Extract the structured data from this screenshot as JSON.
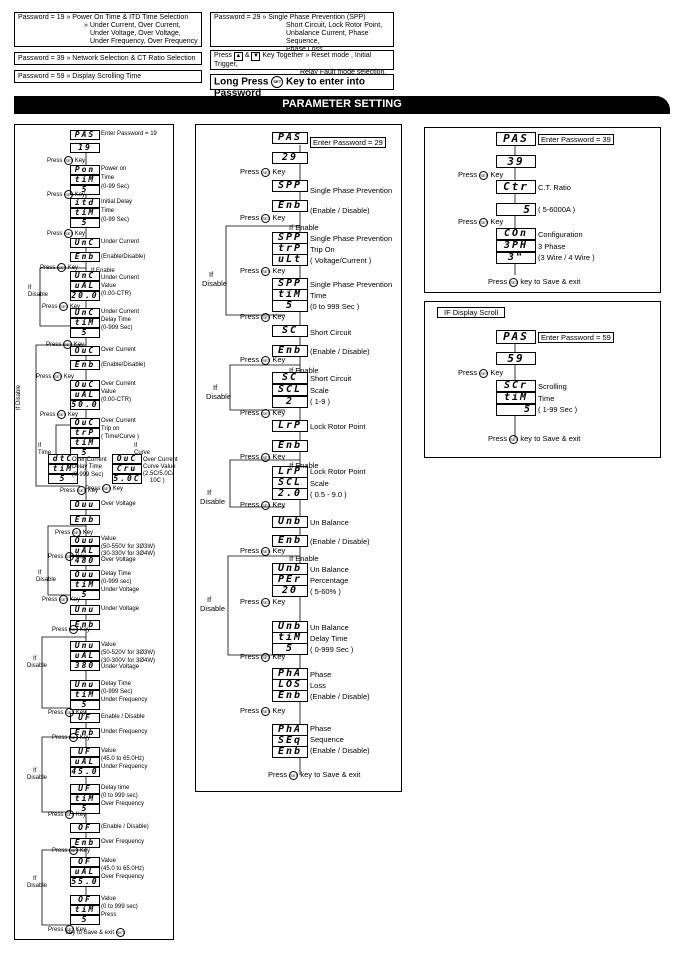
{
  "top": {
    "box1": [
      "Password = 19 » Power On Time & ITD Time Selection",
      "» Under Current, Over Current,",
      "Under Voltage, Over Voltage,",
      "Under Frequency, Over Frequency"
    ],
    "box2": "Password = 39 » Network Selection & CT Ratio Selection",
    "box3": "Password = 59 » Display Scrolling Time",
    "box4": [
      "Password = 29 » Single Phase Prevention (SPP)",
      "Short Circuit, Lock Rotor Point,",
      "Unbalance Current, Phase Sequence,",
      "Phase Loss"
    ],
    "box5a": "Press",
    "box5b": "&",
    "box5c": "Key Together » Reset mode , Initial Trigger,",
    "box5d": "Relay Fault mode selection.",
    "long_press_a": "Long Press",
    "long_press_b": "Key to enter into Password"
  },
  "banner": "PARAMETER SETTING",
  "key_label": "SET",
  "col1": {
    "displays": [
      "PAS",
      "19",
      "Pon",
      "tiM",
      "5",
      "itd",
      "tiM",
      "5",
      "UnC",
      "Enb",
      "UnC",
      "uAL",
      "20.0",
      "UnC",
      "tiM",
      "5",
      "OuC",
      "Enb",
      "OuC",
      "uAL",
      "50.0",
      "OuC",
      "trP",
      "tiM",
      "5",
      "dtC",
      "tiM",
      "5",
      "OuC",
      "Cru",
      "5.0C",
      "Ouu",
      "Enb",
      "Ouu",
      "uAL",
      "480",
      "Ouu",
      "tiM",
      "5",
      "Unu",
      "Enb",
      "Unu",
      "uAL",
      "380",
      "Unu",
      "tiM",
      "5",
      "UF",
      "Enb",
      "UF",
      "uAL",
      "45.0",
      "UF",
      "tiM",
      "5",
      "OF",
      "Enb",
      "OF",
      "uAL",
      "55.0",
      "OF",
      "tiM",
      "5"
    ],
    "labels": [
      "Enter Password = 19",
      "Press",
      "Key",
      "Power on",
      "Time",
      "(0-99 Sec)",
      "Initial Delay",
      "Time",
      "(0-99 Sec)",
      "Under Current",
      "(Enable/Disable)",
      "If Enable",
      "Under Current",
      "Value",
      "(0.00-CTR)",
      "Under Current",
      "Delay Time",
      "(0-999 Sec)",
      "If",
      "Disable",
      "Over Current",
      "(Enable/Disable)",
      "Over Current",
      "Value",
      "(0.00-CTR)",
      "Over Current",
      "Trip on",
      "( Time/Curve )",
      "If Disable",
      "If",
      "Time",
      "Over Current",
      "Delay Time",
      "(0-999 Sec)",
      "If",
      "Curve",
      "Over Current",
      "Curve Value",
      "(2.5C/5.0C/",
      "10C )",
      "Over Voltage",
      "Over Voltage",
      "Value",
      "(50-550V for 3Ø3W)",
      "(30-330V for 3Ø4W)",
      "Over Voltage",
      "Delay Time",
      "(0-999 sec)",
      "Under Voltage",
      "Under Voltage",
      "Value",
      "(50-520V for 3Ø3W)",
      "(30-300V for 3Ø4W)",
      "Under Voltage",
      "Delay Time",
      "(0-999 Sec)",
      "Under Frequency",
      "Enable / Disable",
      "Under Frequency",
      "Value",
      "(45.0 to 65.0Hz)",
      "Under Frequency",
      "Delay time",
      "(0 to 999 sec)",
      "Over Frequency",
      "(Enable / Disable)",
      "Over Frequency",
      "Value",
      "(45.0 to 65.0Hz)",
      "Over Frequency",
      "Value",
      "(0 to 999 sec)",
      "Press",
      "key to Save & exit"
    ]
  },
  "col2": {
    "displays": [
      "PAS",
      "29",
      "SPP",
      "Enb",
      "SPP",
      "trP",
      "uLt",
      "SPP",
      "tiM",
      "5",
      "SC",
      "Enb",
      "SC",
      "SCL",
      "2",
      "LrP",
      "Enb",
      "LrP",
      "SCL",
      "2.0",
      "Unb",
      "Enb",
      "Unb",
      "PEr",
      "20",
      "Unb",
      "tiM",
      "5",
      "PhA",
      "LOS",
      "Enb",
      "PhA",
      "SEq",
      "Enb"
    ],
    "labels": [
      "Enter Password = 29",
      "Press",
      "Key",
      "Single Phase Prevention",
      "(Enable / Disable)",
      "If Enable",
      "Single Phase Prevention",
      "Trip On",
      "( Voltage/Current )",
      "Single Phase Prevention",
      "Time",
      "(0 to 999 Sec )",
      "If",
      "Disable",
      "Short Circuit",
      "(Enable / Disable)",
      "If Enable",
      "Short Circuit",
      "Scale",
      "( 1-9 )",
      "Lock Rotor Point",
      "If Enable",
      "Lock Rotor Point",
      "Scale",
      "( 0.5 - 9.0 )",
      "Un Balance",
      "(Enable / Disable)",
      "If Enable",
      "Un Balance",
      "Percentage",
      "( 5-60% )",
      "Un Balance",
      "Delay Time",
      "( 0-999 Sec )",
      "Phase",
      "Loss",
      "Phase",
      "Sequence",
      "key to Save & exit"
    ]
  },
  "col3": {
    "displays": [
      "PAS",
      "39",
      "Ctr",
      "5",
      "COn",
      "3PH",
      "3\""
    ],
    "labels": [
      "Enter Password = 39",
      "Press",
      "Key",
      "C.T. Ratio",
      "( 5-6000A )",
      "Configuration",
      "3 Phase",
      "(3 Wire / 4 Wire )",
      "key to Save & exit"
    ]
  },
  "col4": {
    "title": "IF Display Scroll",
    "displays": [
      "PAS",
      "59",
      "SCr",
      "tiM",
      "5"
    ],
    "labels": [
      "Enter Password = 59",
      "Press",
      "Key",
      "Scrolling",
      "Time",
      "( 1-99 Sec )",
      "key to Save & exit"
    ]
  }
}
